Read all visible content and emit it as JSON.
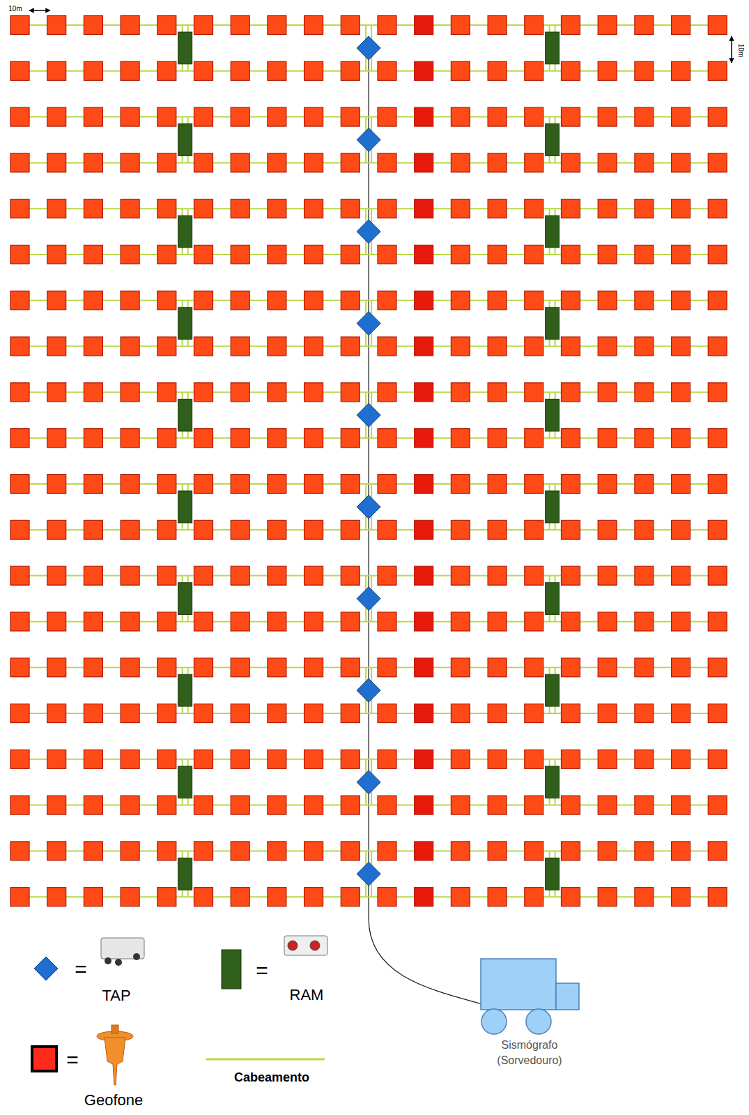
{
  "diagram": {
    "nodes": [
      {
        "text": [
          "Sismógrafo (Sorvedouro)"
        ]
      }
    ],
    "labels": [
      "10m",
      "10m",
      "=",
      "=",
      "="
    ],
    "legend": [
      {
        "text": "TAP",
        "color": "#1f6fd1"
      },
      {
        "text": "RAM",
        "color": "#2f5f1a"
      },
      {
        "text": "Geofone",
        "color": "#ff2a1a"
      },
      {
        "text": "Cabeamento"
      }
    ]
  }
}
